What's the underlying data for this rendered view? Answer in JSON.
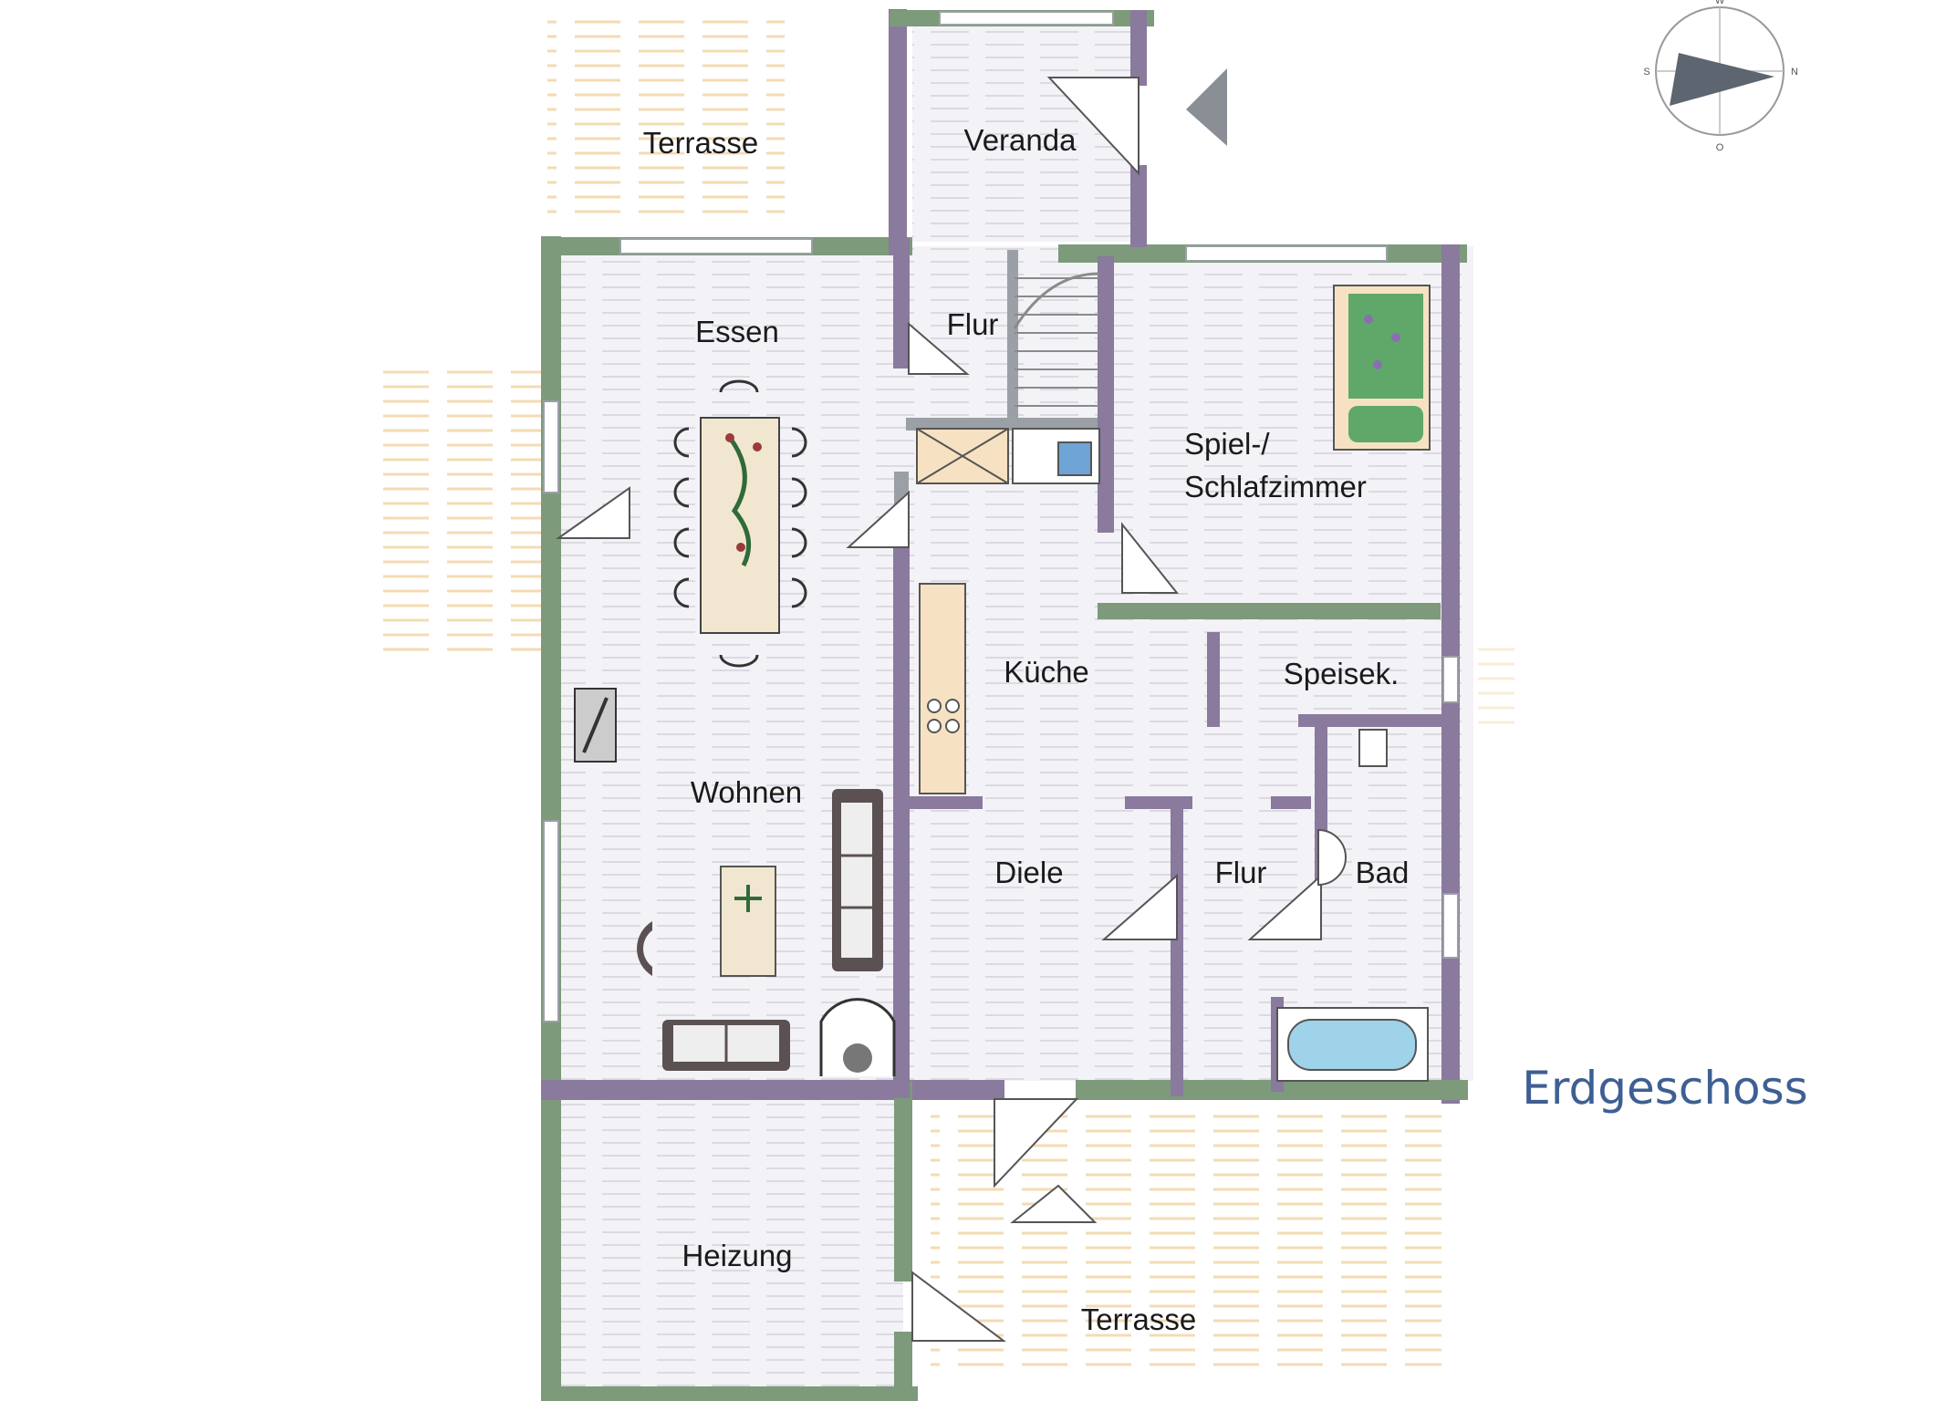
{
  "floor_title": "Erdgeschoss",
  "rooms": {
    "terrasse_top": "Terrasse",
    "veranda": "Veranda",
    "flur_top": "Flur",
    "essen": "Essen",
    "spiel_line1": "Spiel-/",
    "spiel_line2": "Schlafzimmer",
    "kueche": "Küche",
    "speisek": "Speisek.",
    "wohnen": "Wohnen",
    "diele": "Diele",
    "flur_mid": "Flur",
    "bad": "Bad",
    "heizung": "Heizung",
    "terrasse_bottom": "Terrasse"
  },
  "compass": {
    "n": "N",
    "s": "S",
    "w": "W",
    "o": "O"
  },
  "colors": {
    "wall_green": "#7d9a7b",
    "wall_purple": "#8a7a9e",
    "wall_gray": "#9aa0a6",
    "floor_wash": "#efeef3",
    "terrace_wash": "#f6e2c2",
    "table_wood": "#f1e7d1",
    "sofa": "#5b5152",
    "title_blue": "#3e5f93",
    "plant_green": "#5fa86a"
  }
}
